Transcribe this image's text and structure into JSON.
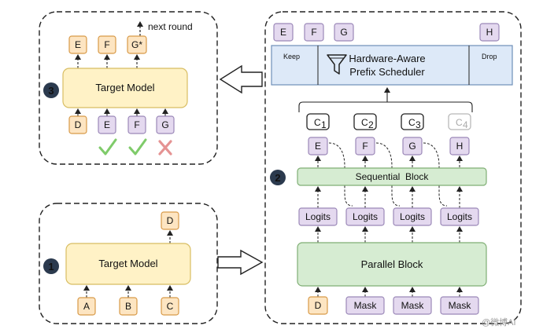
{
  "panel_top_left": {
    "step": "3",
    "next_round": "next round",
    "model": "Target Model",
    "outputs": [
      "E",
      "F",
      "G*"
    ],
    "inputs": [
      "D",
      "E",
      "F",
      "G"
    ],
    "verify": [
      "check",
      "check",
      "cross"
    ]
  },
  "panel_bottom_left": {
    "step": "1",
    "model": "Target Model",
    "output": "D",
    "inputs": [
      "A",
      "B",
      "C"
    ]
  },
  "panel_right": {
    "step": "2",
    "top_tokens": [
      "E",
      "F",
      "G"
    ],
    "drop_token": "H",
    "scheduler_keep": "Keep",
    "scheduler_title_1": "Hardware-Aware",
    "scheduler_title_2": "Prefix Scheduler",
    "scheduler_drop": "Drop",
    "candidates": [
      {
        "base": "C",
        "sub": "1"
      },
      {
        "base": "C",
        "sub": "2"
      },
      {
        "base": "C",
        "sub": "3"
      },
      {
        "base": "C",
        "sub": "4"
      }
    ],
    "draft_tokens": [
      "E",
      "F",
      "G",
      "H"
    ],
    "sequential": "Sequential  Block",
    "logits": [
      "Logits",
      "Logits",
      "Logits",
      "Logits"
    ],
    "parallel": "Parallel Block",
    "inputs": [
      "D",
      "Mask",
      "Mask",
      "Mask"
    ]
  },
  "watermark": "@微博AI",
  "colors": {
    "orange_fill": "#fde5c2",
    "orange_stroke": "#d89a48",
    "purple_fill": "#e4d9ef",
    "purple_stroke": "#9b88b8",
    "yellow_fill": "#fff2c6",
    "yellow_stroke": "#d8bd62",
    "green_fill": "#d6ecd2",
    "green_stroke": "#7fae74",
    "blue_fill": "#dde9f8",
    "blue_stroke": "#6f8fb8",
    "check": "#7fcb6a",
    "cross": "#e59393"
  }
}
